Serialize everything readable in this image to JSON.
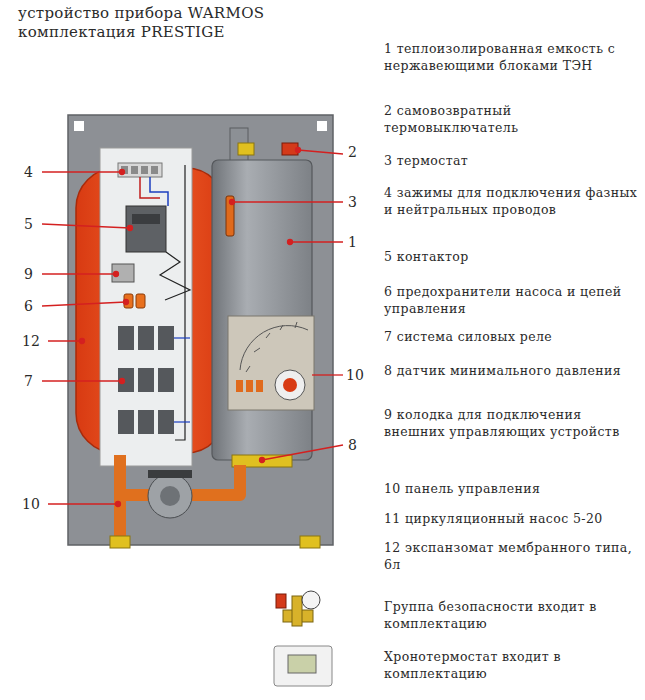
{
  "diagram": {
    "title": "устройство прибора WARMOS комплектация PRESTIGE",
    "labels": [
      "4",
      "5",
      "9",
      "6",
      "12",
      "7",
      "10",
      "2",
      "3",
      "1",
      "10",
      "8",
      "1 теплоизолированная емкость с нержавеющими блоками ТЭН",
      "2 самовозвратный термовыключатель",
      "3 термостат",
      "4 зажимы для подключения фазных и нейтральных проводов",
      "5 контактор",
      "6 предохранители насоса и цепей управления",
      "7 система силовых реле",
      "8 датчик минимального давления",
      "9 колодка для подключения внешних управляющих устройств",
      "10 панель управления",
      "11 циркуляционный насос 5-20",
      "12 экспанзомат мембранного типа, 6л",
      "Группа безопасности входит в комплектацию",
      "Хронотермостат входит в комплектацию"
    ]
  }
}
